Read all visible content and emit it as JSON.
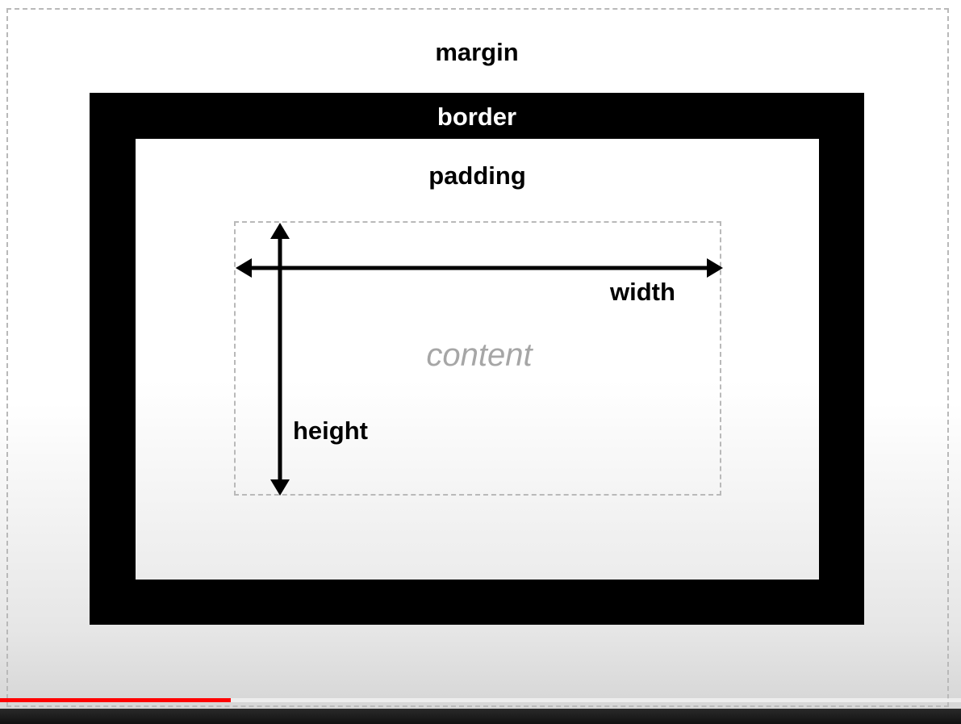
{
  "diagram": {
    "margin_label": "margin",
    "border_label": "border",
    "padding_label": "padding",
    "content_label": "content",
    "width_label": "width",
    "height_label": "height"
  },
  "colors": {
    "border": "#000000",
    "content_text": "#a6a6a6",
    "dashed_outline": "#b9b9b9",
    "progress": "#ff0000"
  },
  "video_player": {
    "progress_fraction": 0.24
  }
}
